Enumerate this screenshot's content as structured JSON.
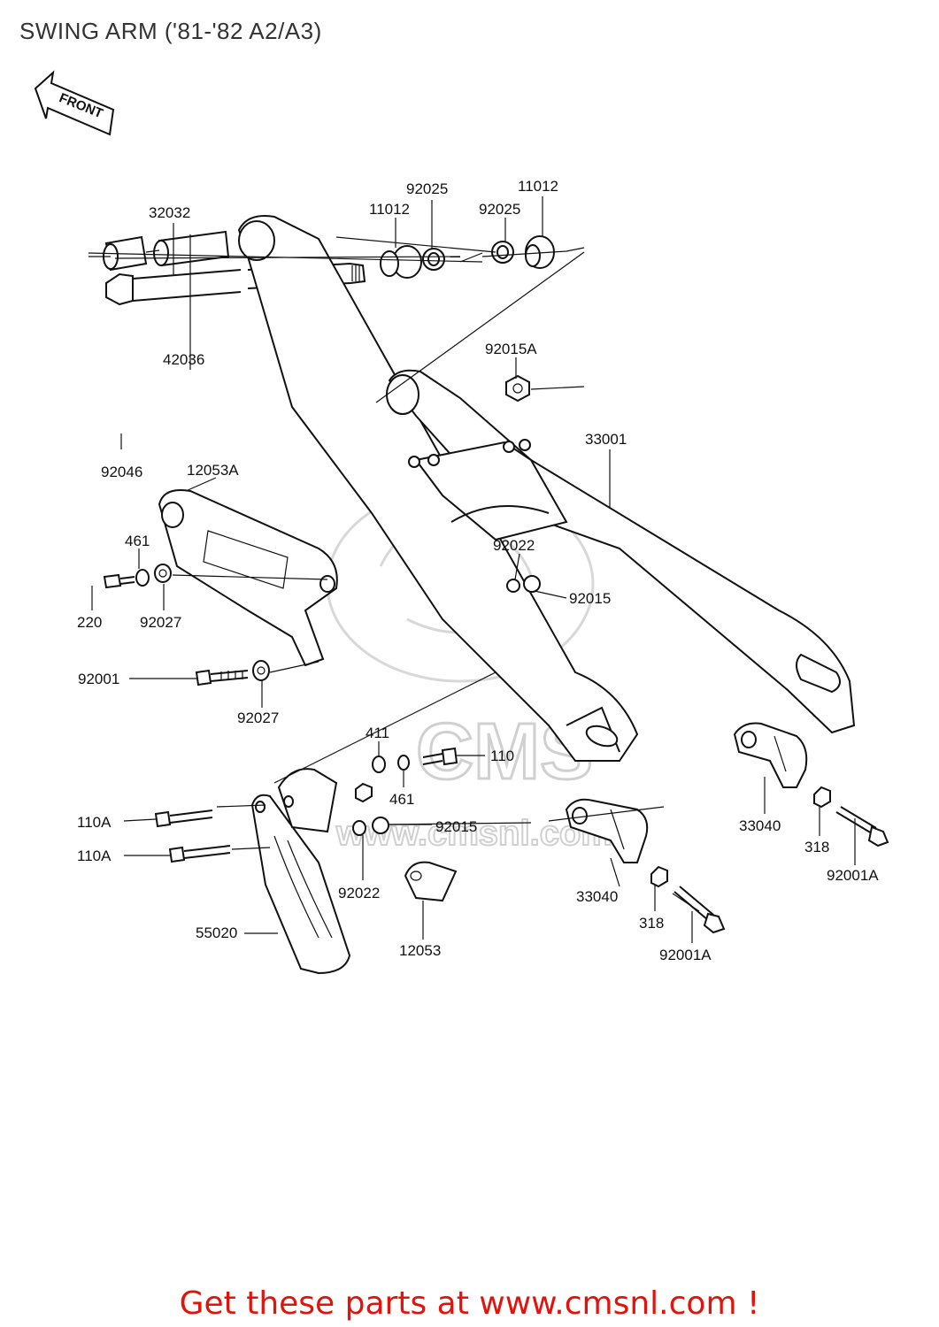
{
  "title": "SWING ARM ('81-'82 A2/A3)",
  "front_label": "FRONT",
  "watermark": {
    "logo": "CMS",
    "url": "www.cmsnl.com"
  },
  "parts": [
    {
      "id": "p32032",
      "label": "32032"
    },
    {
      "id": "p11012a",
      "label": "11012"
    },
    {
      "id": "p92025a",
      "label": "92025"
    },
    {
      "id": "p92025b",
      "label": "92025"
    },
    {
      "id": "p11012b",
      "label": "11012"
    },
    {
      "id": "p42036",
      "label": "42036"
    },
    {
      "id": "p92015A",
      "label": "92015A"
    },
    {
      "id": "p33001",
      "label": "33001"
    },
    {
      "id": "p92046",
      "label": "92046"
    },
    {
      "id": "p12053A",
      "label": "12053A"
    },
    {
      "id": "p461a",
      "label": "461"
    },
    {
      "id": "p92022a",
      "label": "92022"
    },
    {
      "id": "p92015a",
      "label": "92015"
    },
    {
      "id": "p220",
      "label": "220"
    },
    {
      "id": "p92027a",
      "label": "92027"
    },
    {
      "id": "p92001",
      "label": "92001"
    },
    {
      "id": "p92027b",
      "label": "92027"
    },
    {
      "id": "p411",
      "label": "411"
    },
    {
      "id": "p110",
      "label": "110"
    },
    {
      "id": "p461b",
      "label": "461"
    },
    {
      "id": "p110A1",
      "label": "110A"
    },
    {
      "id": "p92015b",
      "label": "92015"
    },
    {
      "id": "p110A2",
      "label": "110A"
    },
    {
      "id": "p33040a",
      "label": "33040"
    },
    {
      "id": "p318a",
      "label": "318"
    },
    {
      "id": "p92001Aa",
      "label": "92001A"
    },
    {
      "id": "p92022b",
      "label": "92022"
    },
    {
      "id": "p33040b",
      "label": "33040"
    },
    {
      "id": "p55020",
      "label": "55020"
    },
    {
      "id": "p12053",
      "label": "12053"
    },
    {
      "id": "p318b",
      "label": "318"
    },
    {
      "id": "p92001Ab",
      "label": "92001A"
    }
  ],
  "footer": "Get these parts at www.cmsnl.com !"
}
